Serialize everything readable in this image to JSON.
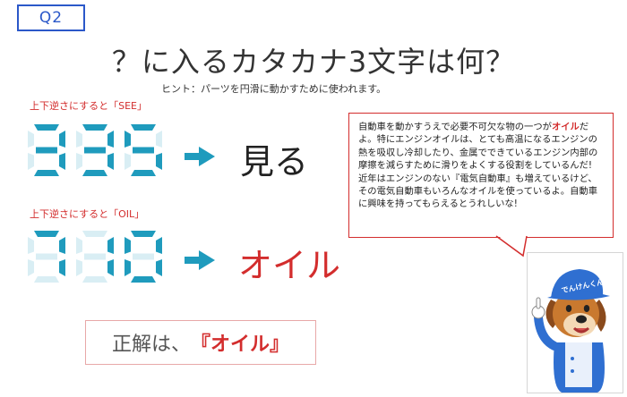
{
  "badge": "Q2",
  "title": "？に入るカタカナ3文字は何？",
  "hint": "ヒント：パーツを円滑に動かすために使われます。",
  "row1": {
    "label": "上下逆さにすると「SEE」",
    "digits": "335",
    "result": "見る"
  },
  "row2": {
    "label": "上下逆さにすると「OIL」",
    "digits": "710",
    "result": "オイル"
  },
  "bubble": {
    "line1": "自動車を動かすうえで必要不可欠な物の一つが",
    "highlight": "オイル",
    "line2": "だよ。特にエンジンオイルは、とても高温になるエンジンの熱を吸収し冷却したり、金属でできているエンジン内部の摩擦を減らすために滑りをよくする役割をしているんだ!",
    "line3": "近年はエンジンのない『電気自動車』も増えているけど、その電気自動車もいろんなオイルを使っているよ。自動車に興味を持ってもらえるとうれしいな!"
  },
  "answer": {
    "prefix": "正解は、",
    "value": "『オイル』"
  },
  "mascot": {
    "cap_text": "でんけんくん"
  },
  "colors": {
    "accent_blue": "#2b58c9",
    "accent_red": "#d32d2d",
    "segment_on": "#1f9bbd",
    "segment_off": "#d9eef4",
    "arrow": "#1f9bbd"
  }
}
